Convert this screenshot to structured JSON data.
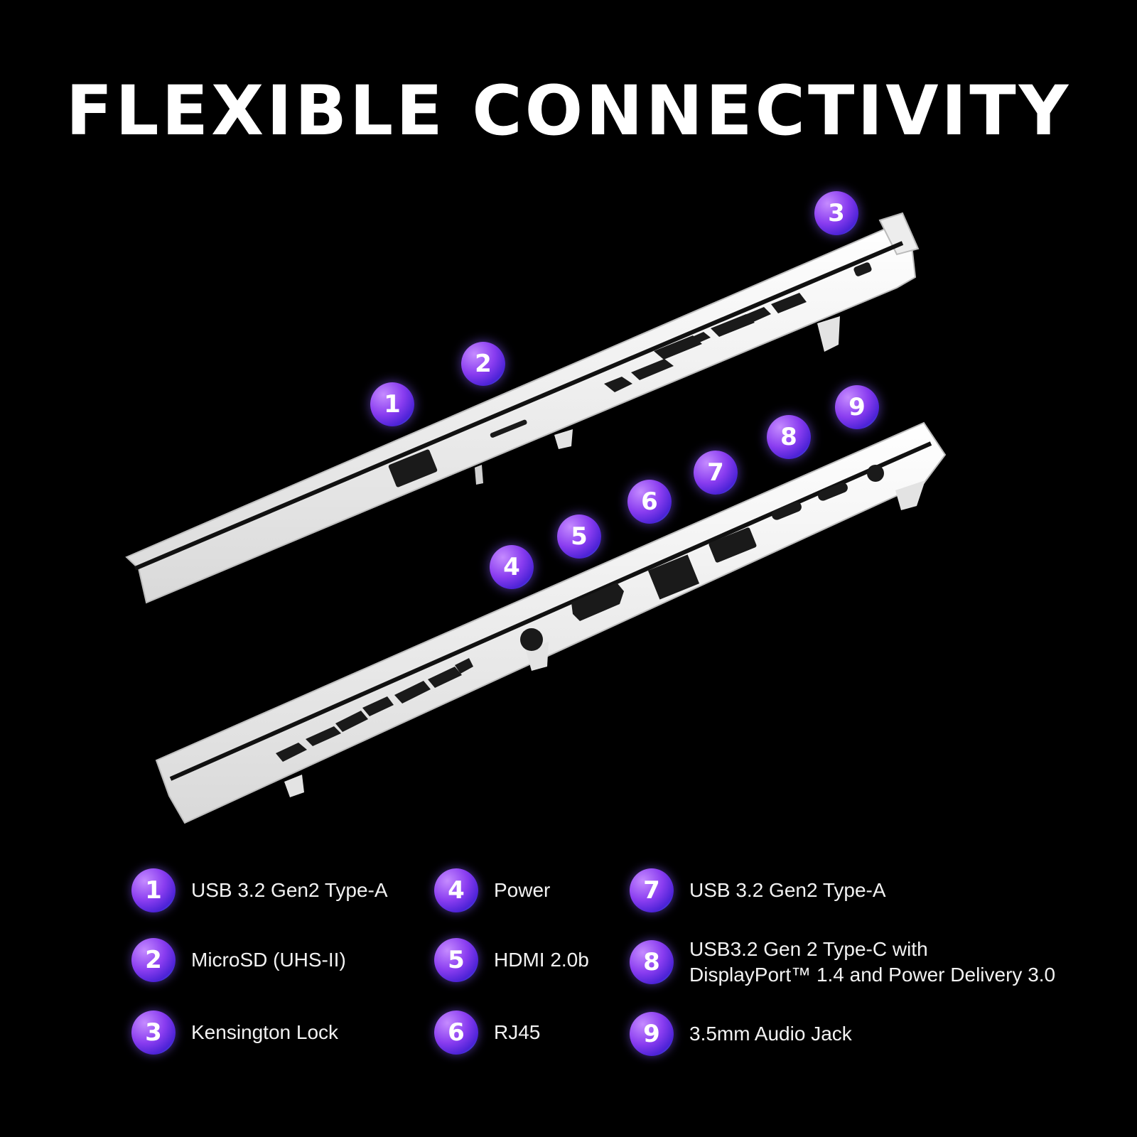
{
  "title": "FLEXIBLE CONNECTIVITY",
  "callouts": [
    "1",
    "2",
    "3",
    "4",
    "5",
    "6",
    "7",
    "8",
    "9"
  ],
  "legend": [
    {
      "num": "1",
      "label": "USB 3.2 Gen2 Type-A"
    },
    {
      "num": "2",
      "label": "MicroSD  (UHS-II)"
    },
    {
      "num": "3",
      "label": "Kensington Lock"
    },
    {
      "num": "4",
      "label": "Power"
    },
    {
      "num": "5",
      "label": "HDMI 2.0b"
    },
    {
      "num": "6",
      "label": "RJ45"
    },
    {
      "num": "7",
      "label": "USB 3.2 Gen2 Type-A"
    },
    {
      "num": "8",
      "label": "USB3.2 Gen 2 Type-C with\nDisplayPort™ 1.4 and Power Delivery 3.0"
    },
    {
      "num": "9",
      "label": "3.5mm Audio Jack"
    }
  ],
  "colors": {
    "background": "#000000",
    "chassis": "#f4f4f4",
    "badge_purple": "#8a3df0",
    "badge_blue": "#2fb6f0"
  }
}
